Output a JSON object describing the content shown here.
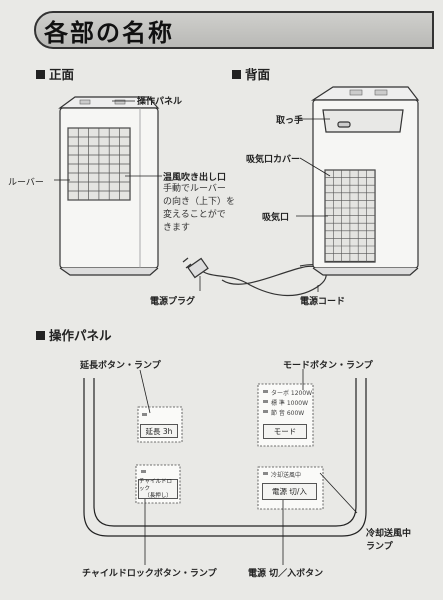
{
  "title": "各部の名称",
  "sections": {
    "front": "正面",
    "back": "背面",
    "panel": "操作パネル"
  },
  "front_labels": {
    "operation_panel": "操作パネル",
    "louver": "ルーバー",
    "outlet": "温風吹き出し口",
    "outlet_note_1": "手動でルーバー",
    "outlet_note_2": "の向き（上下）を",
    "outlet_note_3": "変えることがで",
    "outlet_note_4": "きます",
    "plug": "電源プラグ"
  },
  "back_labels": {
    "handle": "取っ手",
    "intake_cover": "吸気口カバー",
    "intake": "吸気口",
    "cord": "電源コード"
  },
  "panel_labels": {
    "extend": "延長ボタン・ランプ",
    "mode": "モードボタン・ランプ",
    "child_lock": "チャイルドロックボタン・ランプ",
    "power": "電源 切／入ボタン",
    "cool_1": "冷却送風中",
    "cool_2": "ランプ"
  },
  "panel_items": {
    "extend_btn": "延長 3h",
    "child_btn_1": "チャイルドロック",
    "child_btn_2": "（長押し）",
    "mode_turbo": "ターボ 1200W",
    "mode_std": "標 準 1000W",
    "mode_eco": "節 音 600W",
    "mode_btn": "モード",
    "cool_lamp": "冷却送風中",
    "power_btn": "電源 切/入"
  }
}
